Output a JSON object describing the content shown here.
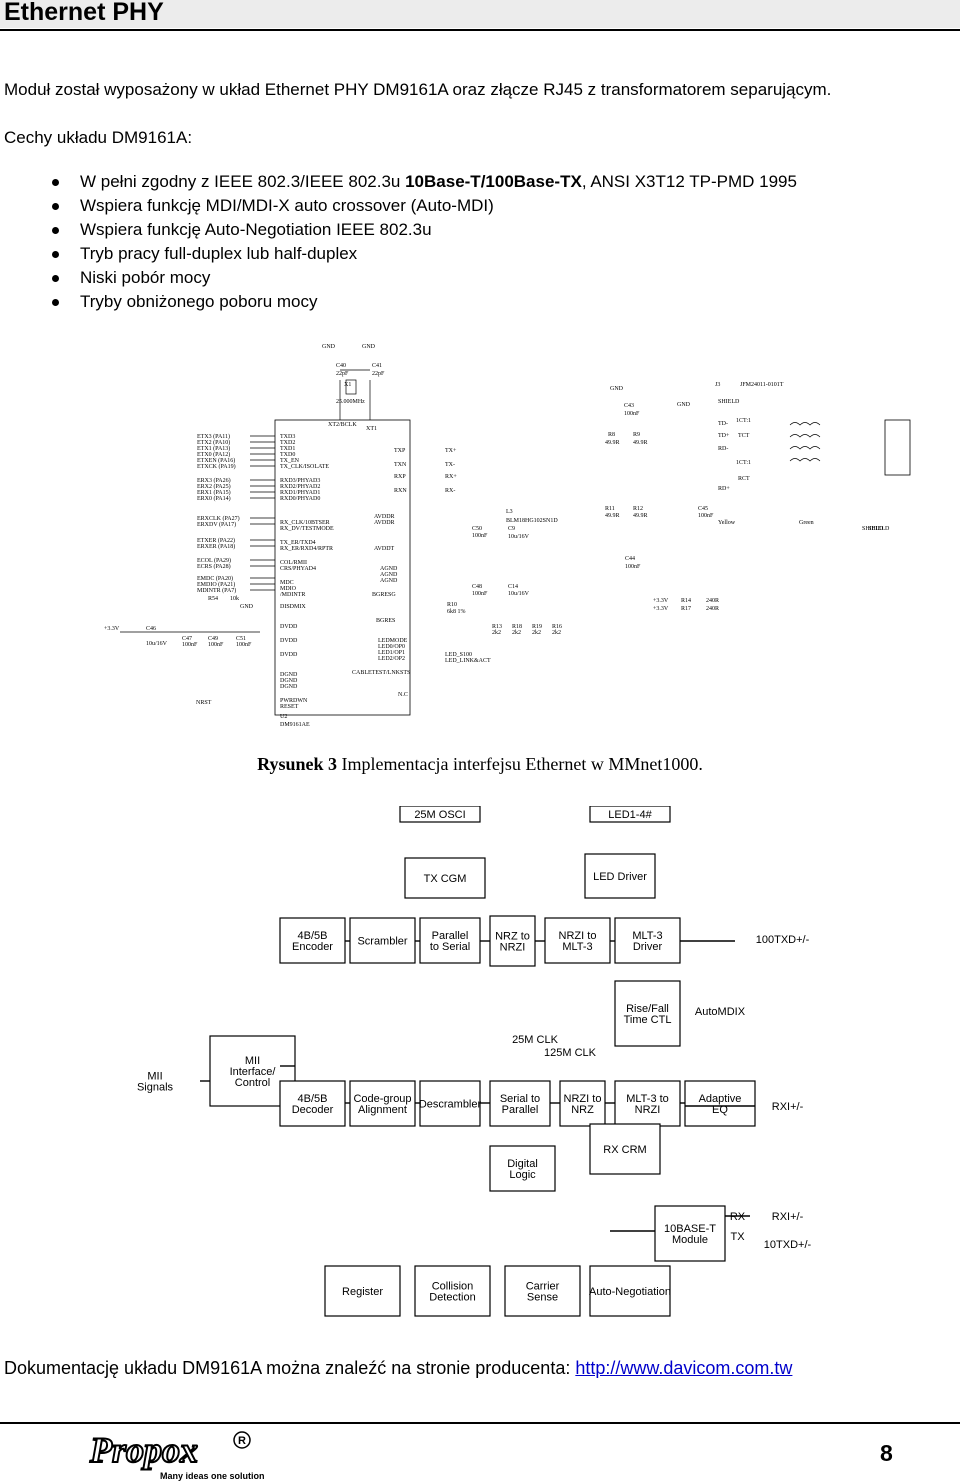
{
  "header": {
    "title": "Ethernet PHY"
  },
  "intro": {
    "p1": "Moduł został wyposażony w układ Ethernet PHY DM9161A oraz złącze RJ45 z transformatorem separującym.",
    "p2": "Cechy układu DM9161A:"
  },
  "features": [
    {
      "pre": "W pełni zgodny z IEEE 802.3/IEEE 802.3u ",
      "bold": "10Base-T/100Base-TX",
      "post": ", ANSI X3T12 TP-PMD 1995"
    },
    {
      "pre": "Wspiera funkcję MDI/MDI-X auto crossover (Auto-MDI)",
      "bold": "",
      "post": ""
    },
    {
      "pre": "Wspiera funkcję Auto-Negotiation IEEE 802.3u",
      "bold": "",
      "post": ""
    },
    {
      "pre": "Tryb pracy full-duplex lub half-duplex",
      "bold": "",
      "post": ""
    },
    {
      "pre": "Niski pobór mocy",
      "bold": "",
      "post": ""
    },
    {
      "pre": "Tryby obniżonego poboru mocy",
      "bold": "",
      "post": ""
    }
  ],
  "schematic": {
    "top": [
      "GND",
      "GND",
      "C40",
      "22pF",
      "C41",
      "22pF",
      "X1",
      "25.000MHz",
      "GND",
      "C43",
      "100nF",
      "J3",
      "JFM24011-0101T",
      "GND",
      "SHIELD",
      "1CT:1",
      "1CT:1"
    ],
    "mii_left": [
      "ETX3 (PA11)",
      "ETX2 (PA10)",
      "ETX1 (PA13)",
      "ETX0 (PA12)",
      "ETXEN (PA16)",
      "ETXCK (PA19)",
      "ERX3 (PA26)",
      "ERX2 (PA25)",
      "ERX1 (PA15)",
      "ERX0 (PA14)",
      "ERXCLK (PA27)",
      "ERXDV (PA17)",
      "ETXER (PA22)",
      "ERXER (PA18)",
      "ECOL (PA29)",
      "ECRS (PA28)",
      "EMDC (PA20)",
      "EMDIO (PA21)",
      "MDINTR (PA7)"
    ],
    "chip_pins": [
      "TXD3",
      "TXD2",
      "TXD1",
      "TXD0",
      "TX_EN",
      "TX_CLK/ISOLATE",
      "RXD3/PHYAD3",
      "RXD2/PHYAD2",
      "RXD1/PHYAD1",
      "RXD0/PHYAD0",
      "RX_CLK/10BTSER",
      "RX_DV/TESTMODE",
      "TX_ER/TXD4",
      "RX_ER/RXD4/RPTR",
      "COL/RMII",
      "CRS/PHYAD4",
      "MDC",
      "MDIO",
      "/MDINTR",
      "DISDMIX",
      "DVDD",
      "DVDD",
      "DVDD",
      "DGND",
      "DGND",
      "DGND",
      "PWRDWN",
      "RESET",
      "U2",
      "DM9161AE"
    ],
    "chip_right": [
      "TXP",
      "TXN",
      "RXP",
      "RXN",
      "AVDDR",
      "AVDDR",
      "AVDDT",
      "AGND",
      "AGND",
      "AGND",
      "BGRESG",
      "BGRES",
      "LEDMODE",
      "LED0/OP0",
      "LED1/OP1",
      "LED2/OP2",
      "CABLETEST/LNKSTS",
      "N.C",
      "XT2/BCLK",
      "XT1"
    ],
    "nets": [
      "TX+",
      "TX-",
      "RX+",
      "RX-",
      "R8",
      "49.9R",
      "R9",
      "49.9R",
      "R11",
      "49.9R",
      "R12",
      "49.9R",
      "C44",
      "100nF",
      "C45",
      "100nF",
      "L3",
      "BLM18HG102SN1D",
      "C9",
      "10u/16V",
      "C50",
      "100nF",
      "C48",
      "100nF",
      "C14",
      "10u/16V",
      "R10",
      "6k8 1%",
      "R13",
      "2k2",
      "R18",
      "2k2",
      "R19",
      "2k2",
      "R16",
      "2k2",
      "LED_S100",
      "LED_LINK&ACT",
      "R14",
      "240R",
      "R17",
      "240R",
      "Yellow",
      "Green",
      "TD-",
      "TD+",
      "RD-",
      "RD+",
      "TCT",
      "RCT",
      "SHIELD",
      "SHIELD",
      "+3.3V",
      "+3.3V"
    ],
    "power": [
      "+3.3V",
      "C46",
      "10u/16V",
      "C47",
      "100nF",
      "C49",
      "100nF",
      "C51",
      "100nF",
      "R54",
      "10k",
      "NRST",
      "GND"
    ]
  },
  "caption": {
    "bold": "Rysunek 3",
    "rest": " Implementacja interfejsu Ethernet w MMnet1000."
  },
  "block_diagram": {
    "blocks": [
      "25M OSCI",
      "LED1-4#",
      "TX CGM",
      "LED Driver",
      "4B/5B Encoder",
      "Scrambler",
      "Parallel to Serial",
      "NRZ to NRZI",
      "NRZI to MLT-3",
      "MLT-3 Driver",
      "100TXD+/-",
      "MII Signals",
      "MII Interface/ Control",
      "Rise/Fall Time CTL",
      "AutoMDIX",
      "25M CLK",
      "125M CLK",
      "4B/5B Decoder",
      "Code-group Alignment",
      "Descrambler",
      "Serial to Parallel",
      "NRZI to NRZ",
      "MLT-3 to NRZI",
      "Adaptive EQ",
      "RXI+/-",
      "RX CRM",
      "Digital Logic",
      "10BASE-T Module",
      "RX",
      "TX",
      "RXI+/-",
      "10TXD+/-",
      "Register",
      "Collision Detection",
      "Carrier Sense",
      "Auto-Negotiation"
    ]
  },
  "doc": {
    "text": "Dokumentację układu DM9161A można znaleźć na stronie producenta: ",
    "link": "http://www.davicom.com.tw"
  },
  "footer": {
    "logo": "Propox",
    "tagline": "Many ideas one solution",
    "page": "8"
  }
}
